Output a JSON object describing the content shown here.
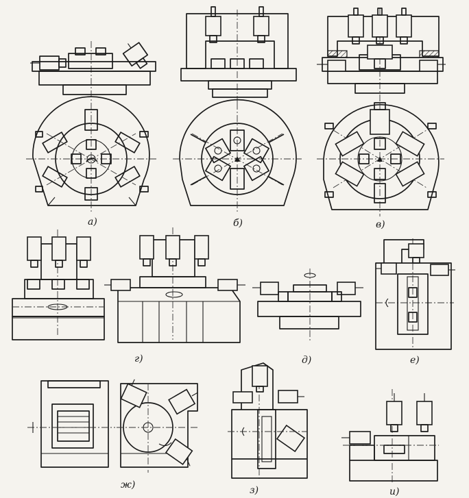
{
  "labels": {
    "a": "а)",
    "b": "б)",
    "v": "в)",
    "g": "г)",
    "d": "д)",
    "e": "е)",
    "zh": "ж)",
    "z": "з)",
    "i": "и)"
  }
}
